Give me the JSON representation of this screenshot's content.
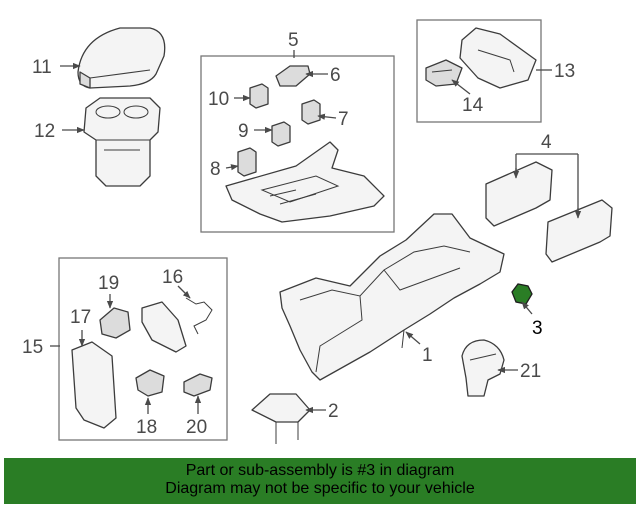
{
  "diagram": {
    "callouts": {
      "c1": "1",
      "c2": "2",
      "c3": "3",
      "c4": "4",
      "c5": "5",
      "c6": "6",
      "c7": "7",
      "c8": "8",
      "c9": "9",
      "c10": "10",
      "c11": "11",
      "c12": "12",
      "c13": "13",
      "c14": "14",
      "c15": "15",
      "c16": "16",
      "c17": "17",
      "c18": "18",
      "c19": "19",
      "c20": "20",
      "c21": "21"
    },
    "highlight_color": "#2a7d25"
  },
  "banner": {
    "line1": "Part or sub-assembly is #3 in diagram",
    "line2": "Diagram may not be specific to your vehicle"
  }
}
